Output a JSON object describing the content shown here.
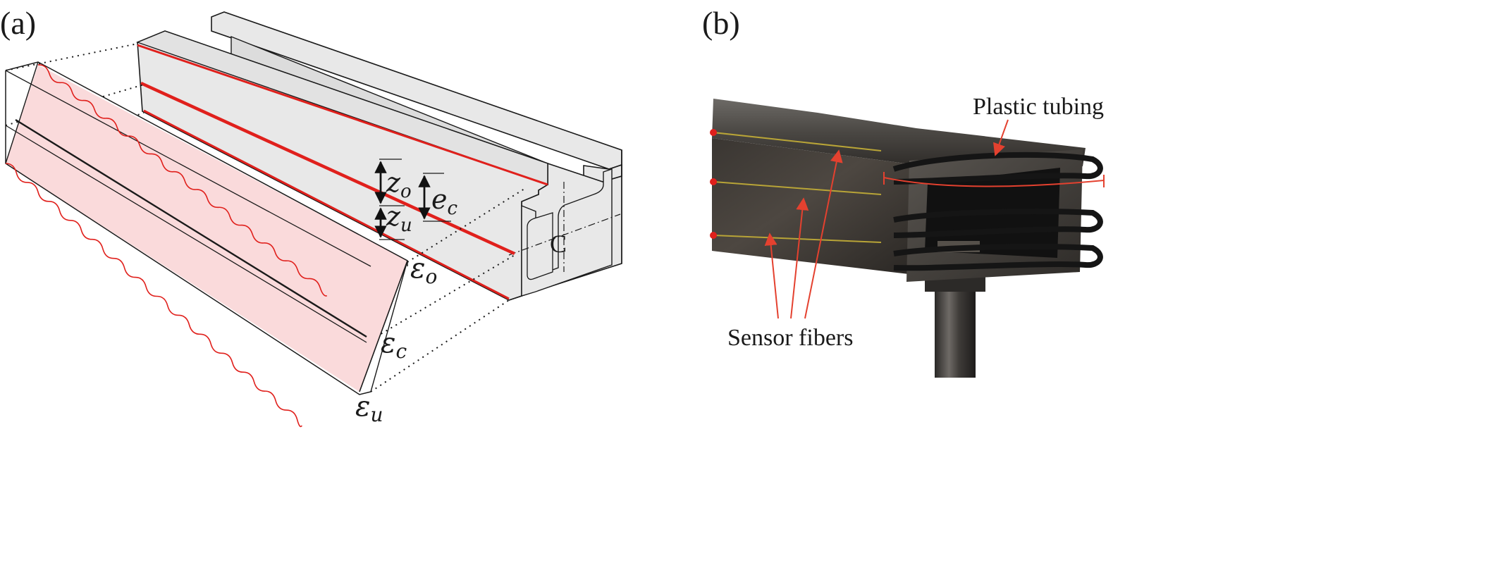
{
  "panels": {
    "a": {
      "label": "(a)",
      "symbols": {
        "z_o": {
          "base": "z",
          "sub": "o"
        },
        "z_u": {
          "base": "z",
          "sub": "u"
        },
        "e_c": {
          "base": "e",
          "sub": "c"
        },
        "centroid": "C",
        "eps_o": {
          "base": "ε",
          "sub": "o"
        },
        "eps_c": {
          "base": "ε",
          "sub": "c"
        },
        "eps_u": {
          "base": "ε",
          "sub": "u"
        }
      }
    },
    "b": {
      "label": "(b)",
      "annotations": {
        "plastic_tubing": "Plastic tubing",
        "sensor_fibers": "Sensor fibers"
      }
    }
  },
  "colors": {
    "fiber_red": "#e0201c",
    "strain_fill": "#fadadb",
    "profile_fill": "#e8e8e8",
    "outline": "#1a1a1a",
    "annotation_red": "#e4412f"
  }
}
